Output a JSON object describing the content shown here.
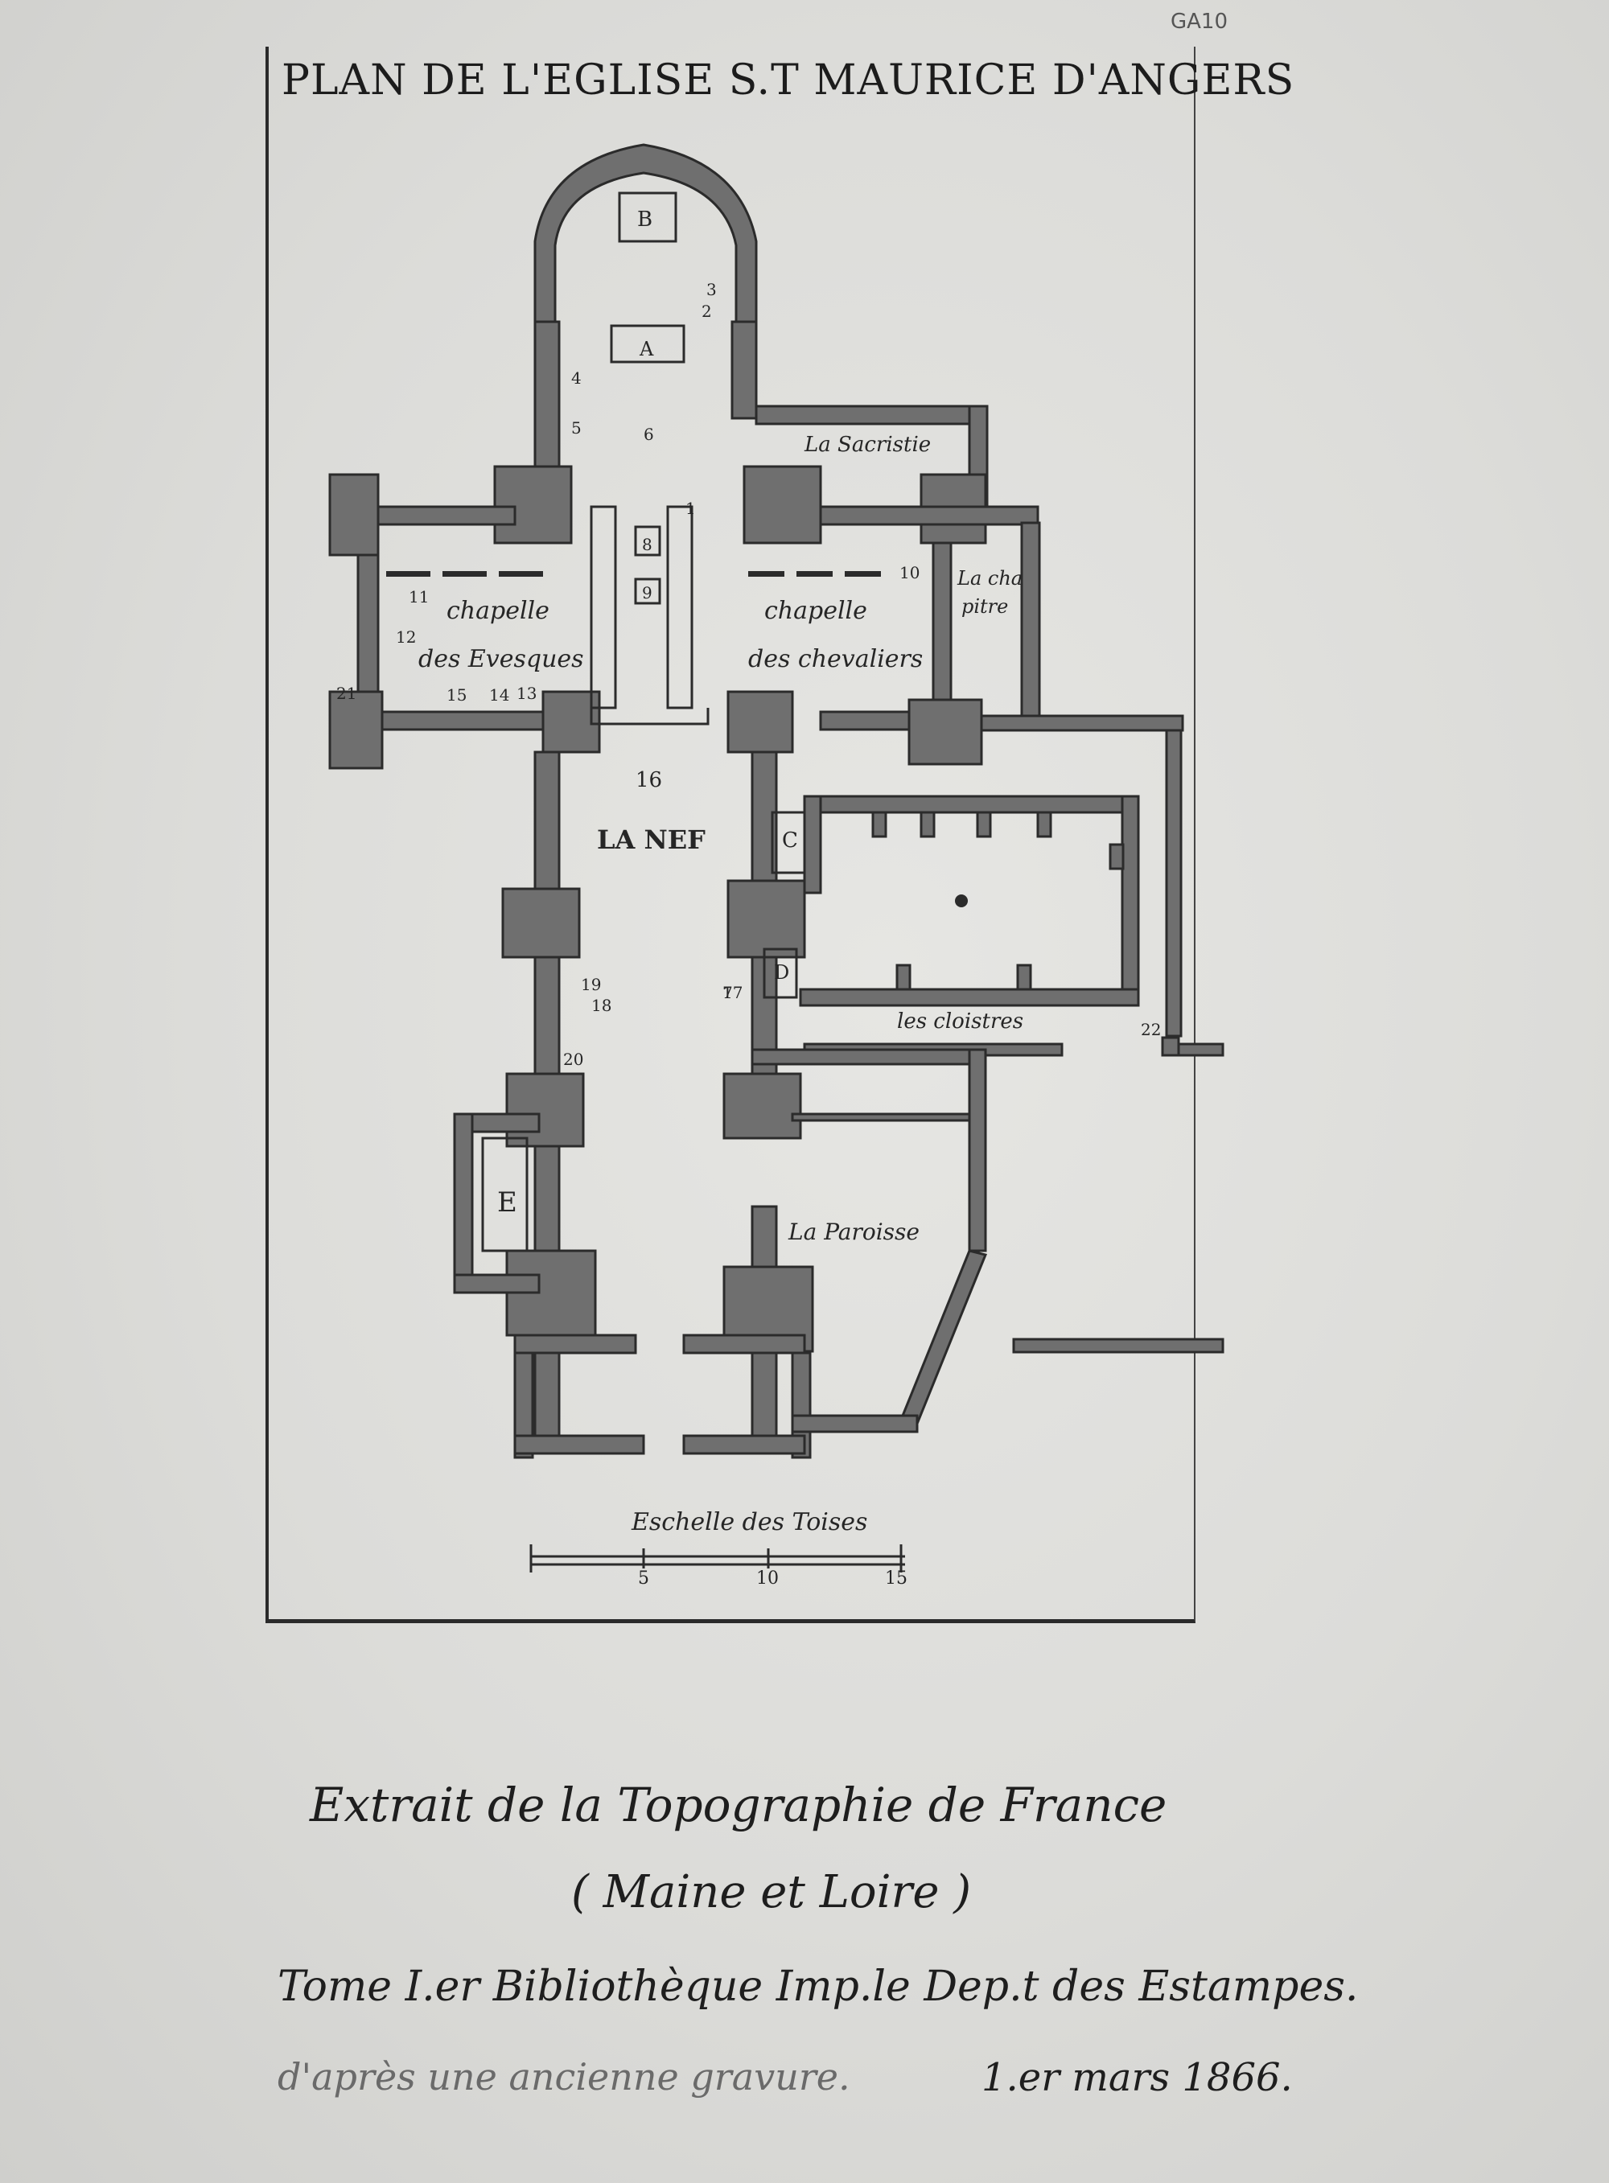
{
  "title": "PLAN DE L'EGLISE S.T MAURICE D'ANGERS",
  "corner_mark": "GA10",
  "rooms": {
    "sacristie": "La Sacristie",
    "chapitre_1": "La cha",
    "chapitre_2": "pitre",
    "chapelle_eveques_1": "chapelle",
    "chapelle_eveques_2": "des Evesques",
    "chapelle_chevaliers_1": "chapelle",
    "chapelle_chevaliers_2": "des chevaliers",
    "nef": "LA NEF",
    "cloistres": "les cloistres",
    "paroisse": "La Paroisse"
  },
  "letters": {
    "a": "A",
    "b": "B",
    "c": "C",
    "d": "D",
    "e": "E"
  },
  "numbers": [
    "1",
    "2",
    "3",
    "4",
    "5",
    "6",
    "7",
    "8",
    "9",
    "10",
    "11",
    "12",
    "13",
    "14",
    "15",
    "16",
    "17",
    "18",
    "19",
    "20",
    "21",
    "22"
  ],
  "scale": {
    "label": "Eschelle des Toises",
    "ticks": [
      "5",
      "10",
      "15"
    ]
  },
  "captions": {
    "line1": "Extrait de la Topographie de France",
    "line2": "( Maine et Loire )",
    "line3": "Tome I.er Bibliothèque Imp.le Dep.t des Estampes.",
    "line4_source": "d'après une ancienne gravure.",
    "line4_date": "1.er mars 1866."
  }
}
